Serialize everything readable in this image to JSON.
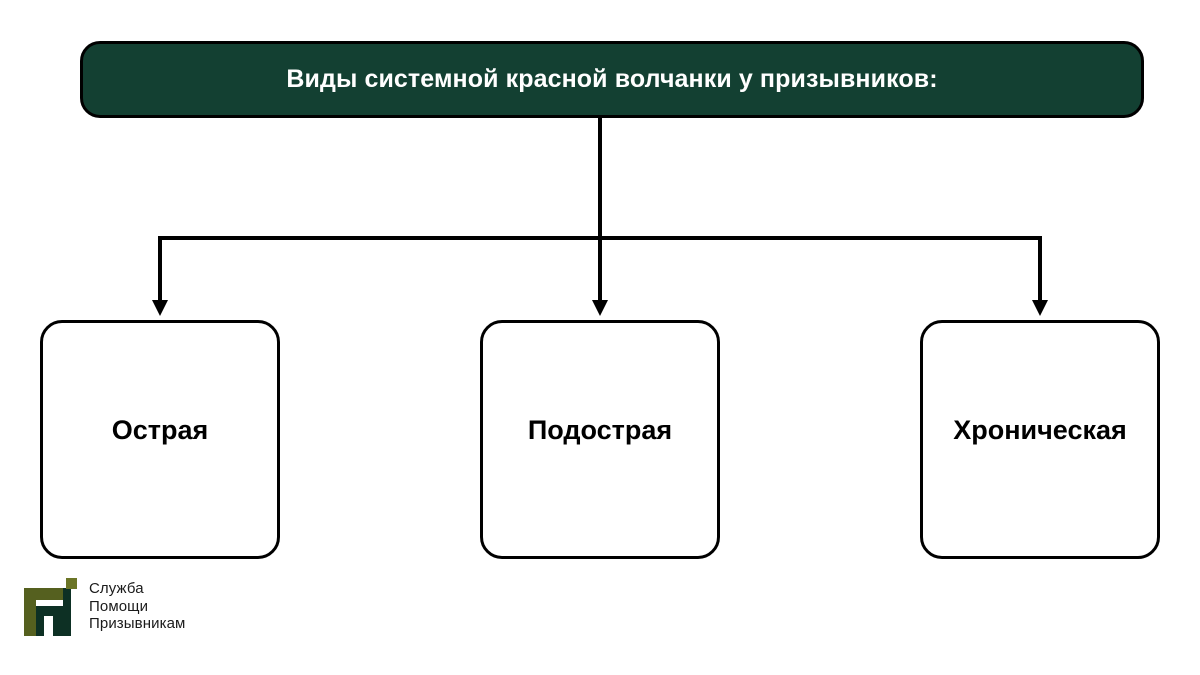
{
  "diagram": {
    "type": "hierarchy-tree",
    "root": {
      "label": "Виды системной красной волчанки у призывников:",
      "fill_color": "#134032",
      "text_color": "#ffffff",
      "border_color": "#000000"
    },
    "children": [
      {
        "label": "Острая",
        "fill_color": "#ffffff",
        "text_color": "#000000",
        "border_color": "#000000"
      },
      {
        "label": "Подострая",
        "fill_color": "#ffffff",
        "text_color": "#000000",
        "border_color": "#000000"
      },
      {
        "label": "Хроническая",
        "fill_color": "#ffffff",
        "text_color": "#000000",
        "border_color": "#000000"
      }
    ],
    "connector_color": "#000000",
    "background_color": "#ffffff"
  },
  "logo": {
    "line1": "Служба",
    "line2": "Помощи",
    "line3": "Призывникам",
    "mark_outer_color": "#55601f",
    "mark_inner_color": "#0d3024",
    "mark_accent_color": "#6b7526",
    "text_color": "#1b1b1b"
  }
}
